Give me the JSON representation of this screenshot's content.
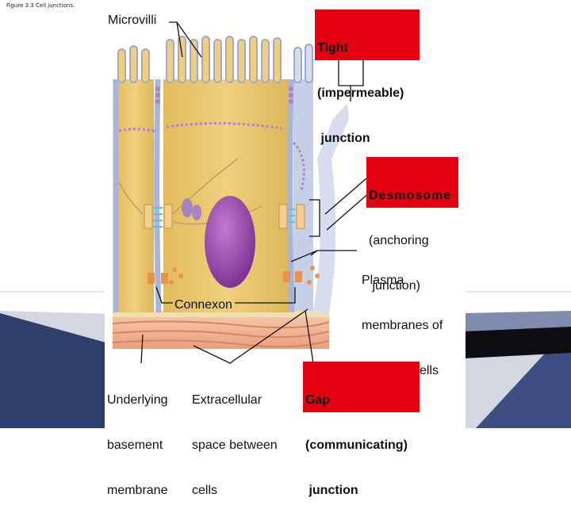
{
  "caption": "Figure 3.3 Cell junctions.",
  "labels": {
    "microvilli": "Microvilli",
    "tight_junction": [
      "Tight",
      "(impermeable)",
      " junction"
    ],
    "desmosome": [
      "Desmosome",
      "(anchoring",
      " junction)"
    ],
    "plasma_membranes": [
      "Plasma",
      "membranes of",
      "adjacent cells"
    ],
    "connexon": "Connexon",
    "basement_membrane": [
      "Underlying",
      "basement",
      "membrane"
    ],
    "extracellular_space": [
      "Extracellular",
      "space between",
      "cells"
    ],
    "gap_junction": [
      "Gap",
      "(communicating)",
      " junction"
    ]
  },
  "colors": {
    "label_box": "#e3000f",
    "cell_cytoplasm": "#e7c46c",
    "membrane": "#a7b6d8",
    "nucleus": "#a04fb2",
    "connective_tissue": "#f0b89a",
    "slide_band": "#3d4f82"
  }
}
